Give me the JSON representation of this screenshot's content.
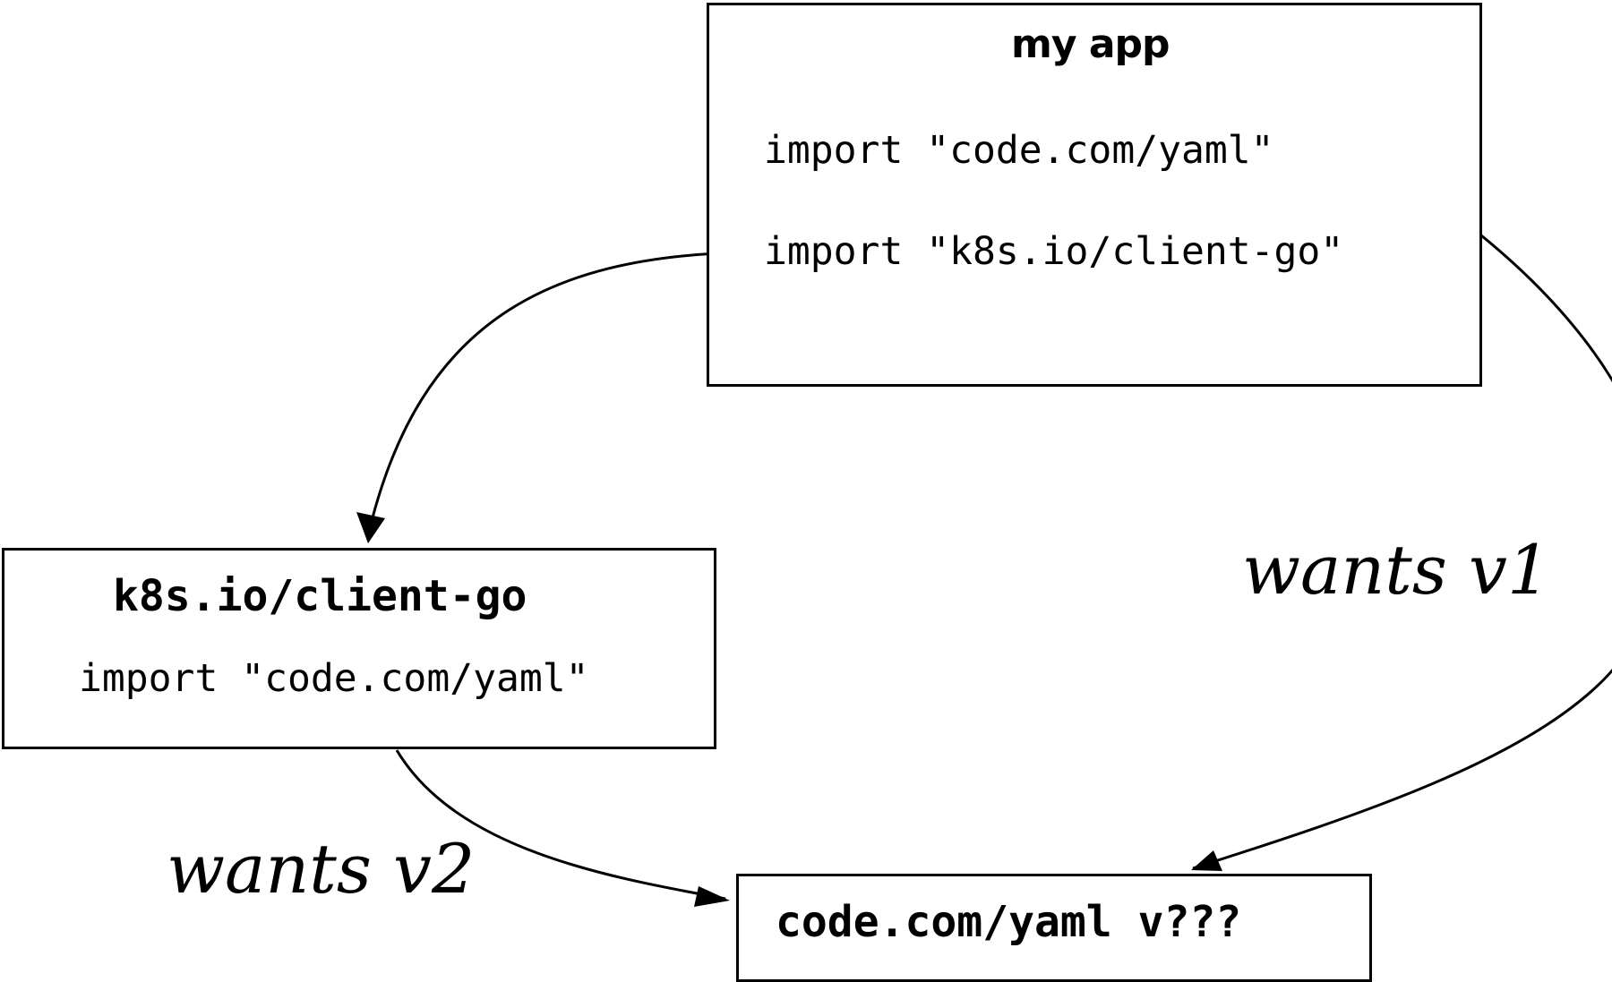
{
  "colors": {
    "stroke": "#000000",
    "background": "#ffffff"
  },
  "nodes": {
    "my_app": {
      "title": "my app",
      "imports": [
        "import \"code.com/yaml\"",
        "import \"k8s.io/client-go\""
      ]
    },
    "client_go": {
      "title": "k8s.io/client-go",
      "imports": [
        "import \"code.com/yaml\""
      ]
    },
    "yaml": {
      "title": "code.com/yaml v???"
    }
  },
  "edges": {
    "app_to_client_go": {
      "label": ""
    },
    "client_go_to_yaml": {
      "label": "wants v2"
    },
    "app_to_yaml": {
      "label": "wants v1"
    }
  }
}
